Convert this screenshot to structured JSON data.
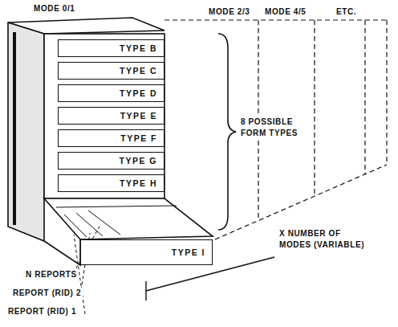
{
  "diagram": {
    "nodes": [
      {
        "text": [
          "TYPE B"
        ]
      },
      {
        "text": [
          "TYPE C"
        ]
      },
      {
        "text": [
          "TYPE D"
        ]
      },
      {
        "text": [
          "TYPE E"
        ]
      },
      {
        "text": [
          "TYPE F"
        ]
      },
      {
        "text": [
          "TYPE G"
        ]
      },
      {
        "text": [
          "TYPE H"
        ]
      },
      {
        "text": [
          "TYPE I"
        ]
      }
    ],
    "labels": [
      "MODE 0/1",
      "MODE 2/3",
      "MODE 4/5",
      "ETC.",
      "8 POSSIBLE FORM TYPES",
      "X NUMBER OF MODES (VARIABLE)",
      "N REPORTS",
      "REPORT (RID) 2",
      "REPORT (RID) 1"
    ]
  }
}
